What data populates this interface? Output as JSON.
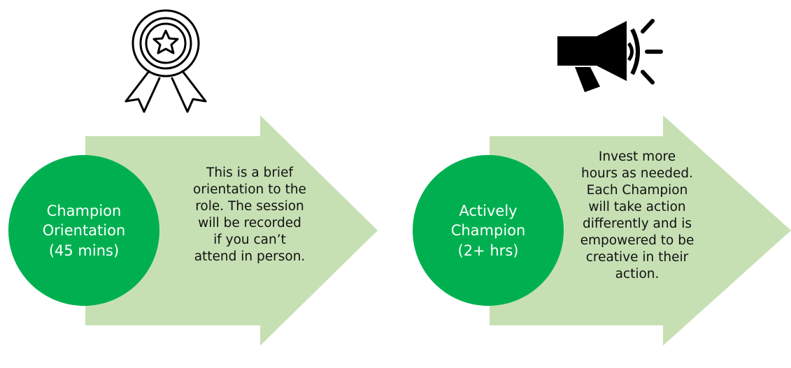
{
  "colors": {
    "arrow_fill": "#c6e0b4",
    "circle_fill": "#00b050",
    "circle_text": "#ffffff",
    "icon_color": "#000000"
  },
  "steps": [
    {
      "icon": "award-ribbon-star-icon",
      "circle_text": "Champion\nOrientation\n(45 mins)",
      "description": "This is a brief\norientation to the\nrole.  The session\nwill be recorded\nif you can’t\nattend in person."
    },
    {
      "icon": "megaphone-icon",
      "circle_text": "Actively\nChampion\n(2+ hrs)",
      "description": "Invest more\nhours as needed.\nEach Champion\nwill take action\ndifferently and is\nempowered to be\ncreative in their\naction."
    }
  ]
}
